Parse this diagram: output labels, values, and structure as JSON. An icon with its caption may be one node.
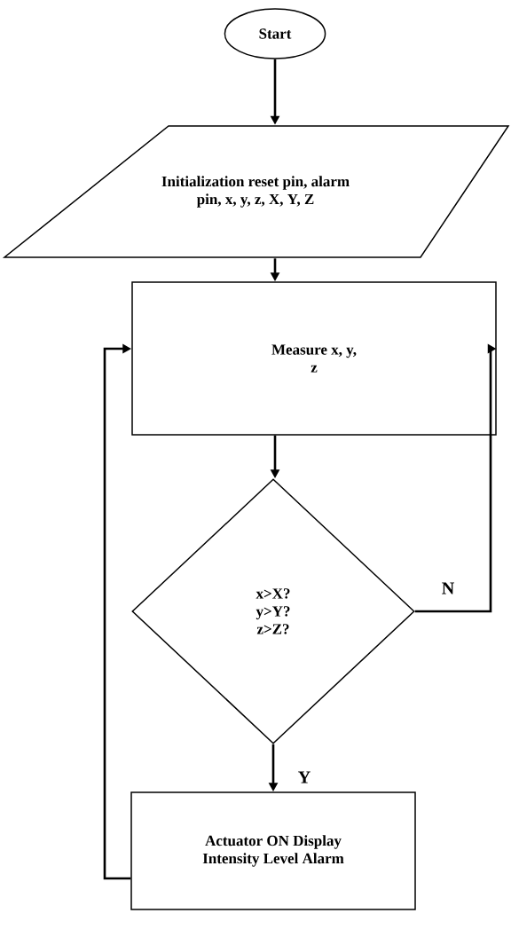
{
  "diagram": {
    "nodes": [
      {
        "text": [
          "Start"
        ]
      },
      {
        "text": [
          "Initialization reset pin, alarm pin, x, y, z, X, Y, Z"
        ]
      },
      {
        "text": [
          "Measure x, y, z"
        ]
      },
      {
        "text": [
          "x>X? y>Y? z>Z?"
        ]
      },
      {
        "text": [
          "Actuator ON Display Intensity Level Alarm"
        ]
      }
    ],
    "edges": [
      {
        "from": 0,
        "to": 1,
        "arrow": "to"
      },
      {
        "from": 1,
        "to": 2,
        "arrow": "to"
      },
      {
        "from": 2,
        "to": 3,
        "arrow": "to"
      },
      {
        "from": 3,
        "to": 4,
        "arrow": "to",
        "label": "Y"
      },
      {
        "from": 3,
        "to": 2,
        "arrow": "to",
        "label": "N"
      },
      {
        "from": 4,
        "to": 2,
        "arrow": "to"
      }
    ]
  }
}
